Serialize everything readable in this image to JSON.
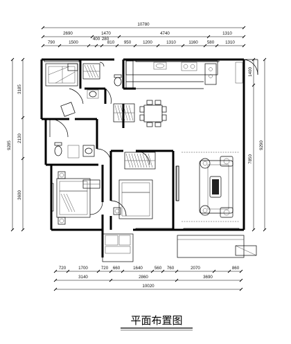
{
  "title": "平面布置图",
  "dims_top_total": "10780",
  "dims_top_row1": [
    "2690",
    "1470",
    "4740",
    "1310"
  ],
  "dims_top_row2": [
    "790",
    "1500",
    "400",
    "280",
    "810",
    "950",
    "1200",
    "1310",
    "1160",
    "580",
    "1310"
  ],
  "dims_bottom_row1": [
    "720",
    "1700",
    "720",
    "660",
    "1640",
    "560",
    "760",
    "2070",
    "860"
  ],
  "dims_bottom_row2": [
    "3140",
    "2860",
    "3690"
  ],
  "dims_bottom_total": "10020",
  "dims_left_outer": "9285",
  "dims_left_inner": [
    "3185",
    "2130",
    "3600"
  ],
  "dims_right_outer": "9290",
  "dims_right_inner": [
    "1400",
    "7850"
  ]
}
